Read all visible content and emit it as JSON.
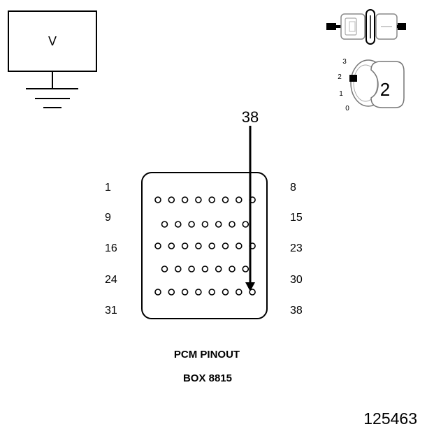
{
  "voltmeter": {
    "label": "V"
  },
  "ignition_switch": {
    "positions": [
      "0",
      "1",
      "2",
      "3"
    ],
    "key_label": "2"
  },
  "probe": {
    "pin_label": "38"
  },
  "connector": {
    "row_labels_left": [
      "1",
      "9",
      "16",
      "24",
      "31"
    ],
    "row_labels_right": [
      "8",
      "15",
      "23",
      "30",
      "38"
    ],
    "rows": [
      {
        "start": 1,
        "end": 8
      },
      {
        "start": 9,
        "end": 15
      },
      {
        "start": 16,
        "end": 23
      },
      {
        "start": 24,
        "end": 30
      },
      {
        "start": 31,
        "end": 38
      }
    ]
  },
  "caption": {
    "line1": "PCM PINOUT",
    "line2": "BOX 8815"
  },
  "figure_number": "125463"
}
